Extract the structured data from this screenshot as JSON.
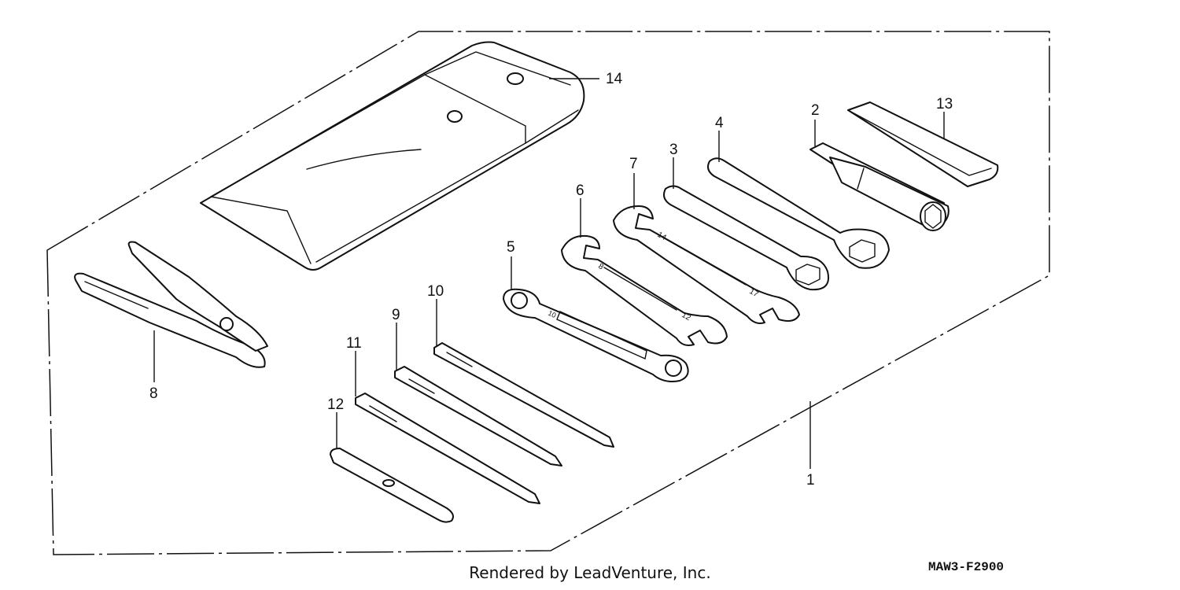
{
  "diagram": {
    "callouts": {
      "c1": "1",
      "c2": "2",
      "c3": "3",
      "c4": "4",
      "c5": "5",
      "c6": "6",
      "c7": "7",
      "c8": "8",
      "c9": "9",
      "c10": "10",
      "c11": "11",
      "c12": "12",
      "c13": "13",
      "c14": "14"
    },
    "wrench_sizes": {
      "w17": "17",
      "w14": "14",
      "w12": "12",
      "w8": "8",
      "w10": "10"
    }
  },
  "footer": {
    "credit": "Rendered by LeadVenture, Inc.",
    "code": "MAW3-F2900"
  }
}
